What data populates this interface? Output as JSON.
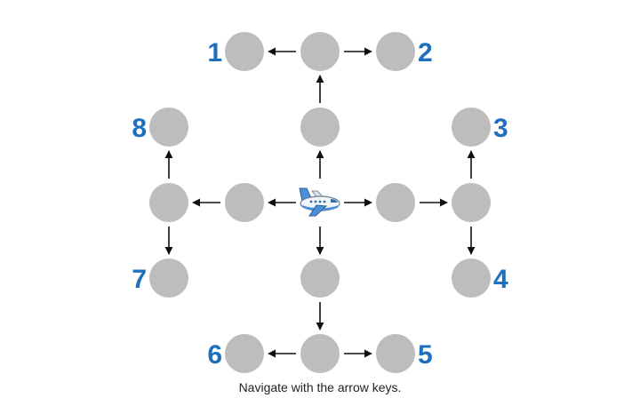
{
  "instructions": "Navigate with the arrow keys.",
  "colors": {
    "node": "#bdbdbd",
    "arrow": "#111111",
    "label": "#1f6fbf",
    "plane_body": "#f2f6fa",
    "plane_stripe": "#4a90d9"
  },
  "player": {
    "icon": "airplane-icon",
    "node": "center"
  },
  "nodes": [
    {
      "id": "center",
      "col": 2,
      "row": 2
    },
    {
      "id": "n-up",
      "col": 2,
      "row": 1
    },
    {
      "id": "n-top",
      "col": 2,
      "row": 0
    },
    {
      "id": "n-top-left",
      "col": 1,
      "row": 0
    },
    {
      "id": "n-top-right",
      "col": 3,
      "row": 0
    },
    {
      "id": "n-right",
      "col": 3,
      "row": 2
    },
    {
      "id": "n-far-right",
      "col": 4,
      "row": 2
    },
    {
      "id": "n-right-up",
      "col": 4,
      "row": 1
    },
    {
      "id": "n-right-down",
      "col": 4,
      "row": 3
    },
    {
      "id": "n-down",
      "col": 2,
      "row": 3
    },
    {
      "id": "n-bottom",
      "col": 2,
      "row": 4
    },
    {
      "id": "n-bottom-left",
      "col": 1,
      "row": 4
    },
    {
      "id": "n-bottom-right",
      "col": 3,
      "row": 4
    },
    {
      "id": "n-left",
      "col": 1,
      "row": 2
    },
    {
      "id": "n-far-left",
      "col": 0,
      "row": 2
    },
    {
      "id": "n-left-up",
      "col": 0,
      "row": 1
    },
    {
      "id": "n-left-down",
      "col": 0,
      "row": 3
    }
  ],
  "edges": [
    [
      "center",
      "n-up"
    ],
    [
      "n-up",
      "n-top"
    ],
    [
      "n-top",
      "n-top-left"
    ],
    [
      "n-top",
      "n-top-right"
    ],
    [
      "center",
      "n-right"
    ],
    [
      "n-right",
      "n-far-right"
    ],
    [
      "n-far-right",
      "n-right-up"
    ],
    [
      "n-far-right",
      "n-right-down"
    ],
    [
      "center",
      "n-down"
    ],
    [
      "n-down",
      "n-bottom"
    ],
    [
      "n-bottom",
      "n-bottom-right"
    ],
    [
      "n-bottom",
      "n-bottom-left"
    ],
    [
      "center",
      "n-left"
    ],
    [
      "n-left",
      "n-far-left"
    ],
    [
      "n-far-left",
      "n-left-up"
    ],
    [
      "n-far-left",
      "n-left-down"
    ]
  ],
  "goals": [
    {
      "label": "1",
      "node": "n-top-left",
      "side": "left"
    },
    {
      "label": "2",
      "node": "n-top-right",
      "side": "right"
    },
    {
      "label": "3",
      "node": "n-right-up",
      "side": "right"
    },
    {
      "label": "4",
      "node": "n-right-down",
      "side": "right"
    },
    {
      "label": "5",
      "node": "n-bottom-right",
      "side": "right"
    },
    {
      "label": "6",
      "node": "n-bottom-left",
      "side": "left"
    },
    {
      "label": "7",
      "node": "n-left-down",
      "side": "left"
    },
    {
      "label": "8",
      "node": "n-left-up",
      "side": "left"
    }
  ]
}
